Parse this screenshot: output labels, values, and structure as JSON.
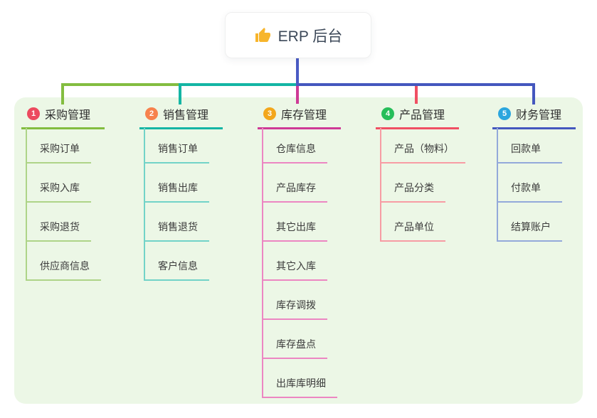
{
  "root": {
    "label": "ERP 后台",
    "icon": "thumbs-up-icon",
    "icon_color": "#F7B52C",
    "line_color": "#4A5BC4"
  },
  "canvas": {
    "background": "#FFFFFF",
    "panel_color": "#ECF7E6"
  },
  "branches": [
    {
      "number": "1",
      "label": "采购管理",
      "badge_color": "#EC4A5F",
      "line_color": "#83BD40",
      "light_color": "#AED488",
      "children": [
        "采购订单",
        "采购入库",
        "采购退货",
        "供应商信息"
      ]
    },
    {
      "number": "2",
      "label": "销售管理",
      "badge_color": "#F7824D",
      "line_color": "#14B5A4",
      "light_color": "#72D3C8",
      "children": [
        "销售订单",
        "销售出库",
        "销售退货",
        "客户信息"
      ]
    },
    {
      "number": "3",
      "label": "库存管理",
      "badge_color": "#F3A71C",
      "line_color": "#CE3A96",
      "light_color": "#EC86C2",
      "children": [
        "仓库信息",
        "产品库存",
        "其它出库",
        "其它入库",
        "库存调拨",
        "库存盘点",
        "出库库明细"
      ]
    },
    {
      "number": "4",
      "label": "产品管理",
      "badge_color": "#27BE5A",
      "line_color": "#F04F63",
      "light_color": "#F79CA4",
      "children": [
        "产品（物料）",
        "产品分类",
        "产品单位"
      ]
    },
    {
      "number": "5",
      "label": "财务管理",
      "badge_color": "#2BA6DE",
      "line_color": "#4457BE",
      "light_color": "#93A9DA",
      "children": [
        "回款单",
        "付款单",
        "结算账户"
      ]
    }
  ]
}
